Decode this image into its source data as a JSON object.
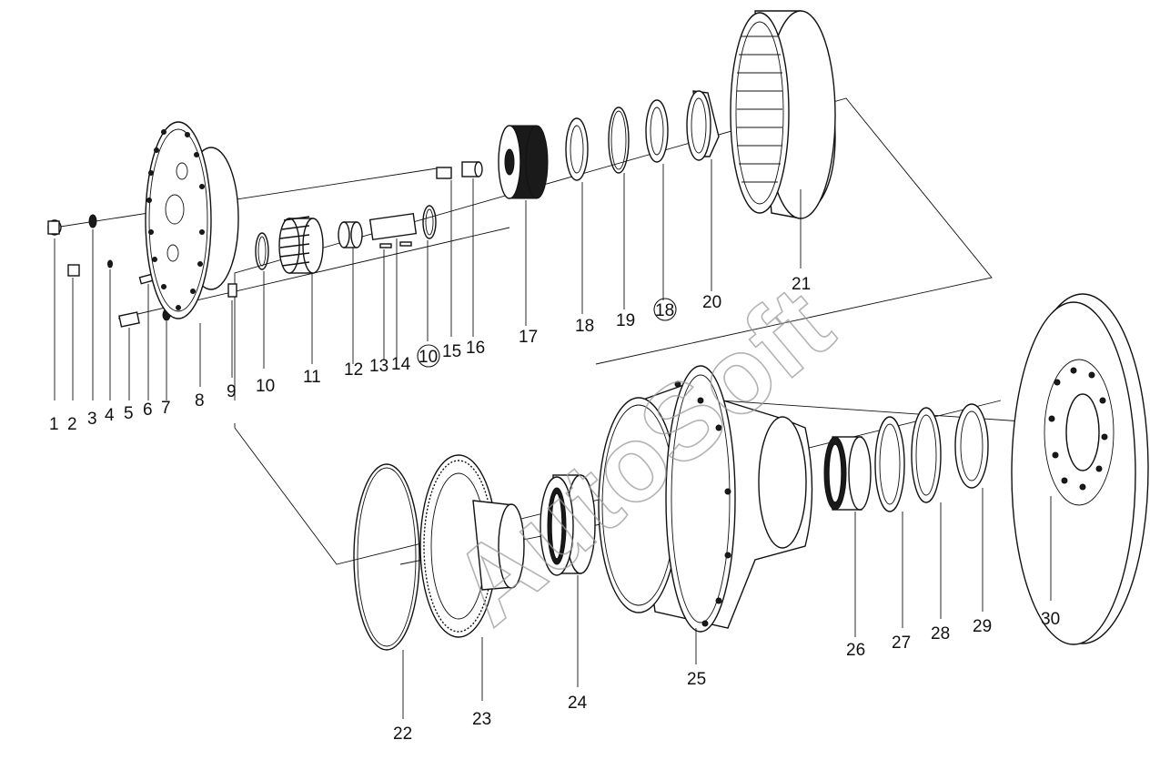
{
  "watermark": "AutoSoft",
  "upper_callouts": [
    {
      "id": "1",
      "label": "1",
      "circled": false
    },
    {
      "id": "2",
      "label": "2",
      "circled": false
    },
    {
      "id": "3",
      "label": "3",
      "circled": false
    },
    {
      "id": "4",
      "label": "4",
      "circled": false
    },
    {
      "id": "5",
      "label": "5",
      "circled": false
    },
    {
      "id": "6",
      "label": "6",
      "circled": false
    },
    {
      "id": "7",
      "label": "7",
      "circled": false
    },
    {
      "id": "8",
      "label": "8",
      "circled": false
    },
    {
      "id": "9",
      "label": "9",
      "circled": false
    },
    {
      "id": "10a",
      "label": "10",
      "circled": false
    },
    {
      "id": "11",
      "label": "11",
      "circled": false
    },
    {
      "id": "12",
      "label": "12",
      "circled": false
    },
    {
      "id": "13",
      "label": "13",
      "circled": false
    },
    {
      "id": "14",
      "label": "14",
      "circled": false
    },
    {
      "id": "10b",
      "label": "10",
      "circled": true
    },
    {
      "id": "15",
      "label": "15",
      "circled": false
    },
    {
      "id": "16",
      "label": "16",
      "circled": false
    },
    {
      "id": "17",
      "label": "17",
      "circled": false
    },
    {
      "id": "18a",
      "label": "18",
      "circled": false
    },
    {
      "id": "19",
      "label": "19",
      "circled": false
    },
    {
      "id": "18b",
      "label": "18",
      "circled": true
    },
    {
      "id": "20",
      "label": "20",
      "circled": false
    },
    {
      "id": "21",
      "label": "21",
      "circled": false
    }
  ],
  "lower_callouts": [
    {
      "id": "22",
      "label": "22",
      "circled": false
    },
    {
      "id": "23",
      "label": "23",
      "circled": false
    },
    {
      "id": "24",
      "label": "24",
      "circled": false
    },
    {
      "id": "25",
      "label": "25",
      "circled": false
    },
    {
      "id": "26",
      "label": "26",
      "circled": false
    },
    {
      "id": "27",
      "label": "27",
      "circled": false
    },
    {
      "id": "28",
      "label": "28",
      "circled": false
    },
    {
      "id": "29",
      "label": "29",
      "circled": false
    },
    {
      "id": "30",
      "label": "30",
      "circled": false
    }
  ]
}
